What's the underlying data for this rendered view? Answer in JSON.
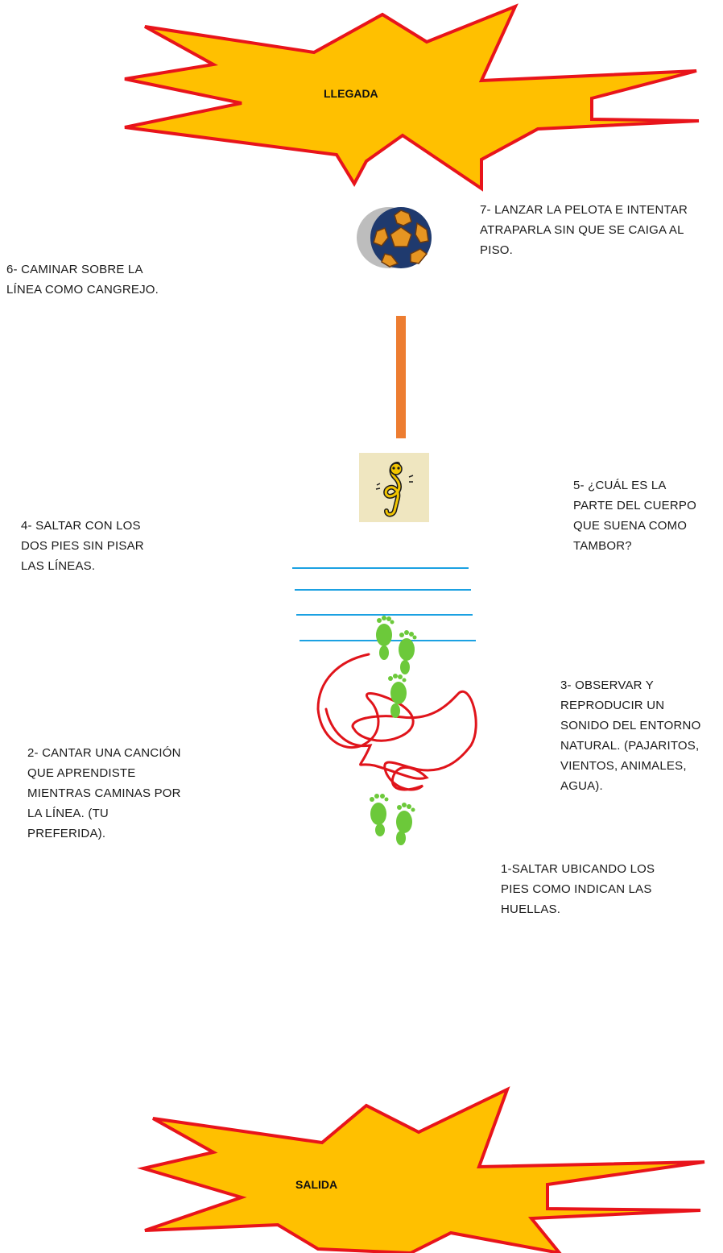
{
  "finish": {
    "label": "LLEGADA"
  },
  "start": {
    "label": "SALIDA"
  },
  "steps": [
    {
      "id": 1,
      "text": "1-SALTAR UBICANDO LOS\nPIES COMO INDICAN LAS\nHUELLAS."
    },
    {
      "id": 2,
      "text": "2- CANTAR UNA CANCIÓN\nQUE APRENDISTE\nMIENTRAS CAMINAS POR\nLA LÍNEA. (TU\nPREFERIDA)."
    },
    {
      "id": 3,
      "text": "3- OBSERVAR Y\nREPRODUCIR UN\nSONIDO DEL ENTORNO\nNATURAL. (PAJARITOS,\nVIENTOS, ANIMALES,\nAGUA)."
    },
    {
      "id": 4,
      "text": "4- SALTAR CON LOS\nDOS PIES SIN PISAR\nLAS LÍNEAS."
    },
    {
      "id": 5,
      "text": "5- ¿CUÁL ES LA\nPARTE DEL CUERPO\nQUE SUENA COMO\nTAMBOR?"
    },
    {
      "id": 6,
      "text": "6- CAMINAR SOBRE LA\nLÍNEA COMO CANGREJO."
    },
    {
      "id": 7,
      "text": "7- LANZAR LA PELOTA E INTENTAR\nATRAPARLA SIN QUE SE CAIGA AL\nPISO."
    }
  ],
  "colors": {
    "star_fill": "#FFC000",
    "star_stroke": "#E8141B",
    "orange_line": "#ED7D31",
    "blue_lines": "#1BA1E2",
    "scribble": "#E0141B",
    "footprints": "#6CC93A"
  },
  "icons": [
    "soccer-ball-icon",
    "music-note-icon",
    "footprints-icon"
  ]
}
